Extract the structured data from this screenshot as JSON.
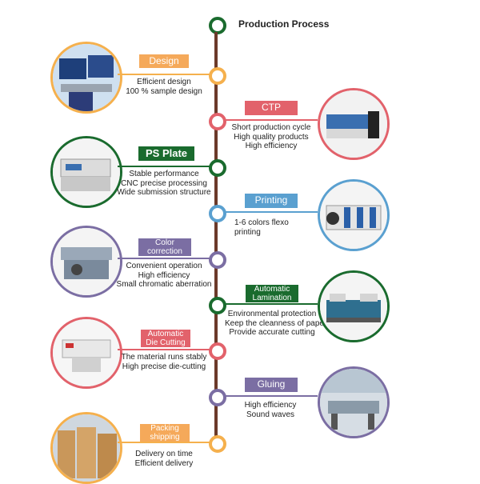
{
  "title": "Production Process",
  "steps": [
    {
      "label": "Design",
      "lines": [
        "Efficient design",
        "100 % sample design"
      ],
      "color": "#f5a95a",
      "ring": "#f5b04d",
      "icon": "design-photo-icon"
    },
    {
      "label": "CTP",
      "lines": [
        "Short production cycle",
        "High quality products",
        "High efficiency"
      ],
      "color": "#e2626b",
      "ring": "#e2626b",
      "icon": "ctp-machine-icon"
    },
    {
      "label": "PS Plate",
      "lines": [
        "Stable performance",
        "CNC precise processing",
        "Wide submission structure"
      ],
      "color": "#1a6b2e",
      "ring": "#1a6b2e",
      "icon": "ps-plate-machine-icon"
    },
    {
      "label": "Printing",
      "lines": [
        "1-6 colors flexo",
        "printing"
      ],
      "color": "#5aa0d0",
      "ring": "#5aa0d0",
      "icon": "printing-press-icon"
    },
    {
      "label": "Color correction",
      "lines": [
        "Convenient operation",
        "High efficiency",
        "Small chromatic aberration"
      ],
      "color": "#7b6ea3",
      "ring": "#7b6ea3",
      "icon": "color-correction-machine-icon"
    },
    {
      "label": "Automatic Lamination",
      "lines": [
        "Environmental protection",
        "Keep the cleanness of paper",
        "Provide accurate cutting"
      ],
      "color": "#1a6b2e",
      "ring": "#1a6b2e",
      "icon": "lamination-machine-icon"
    },
    {
      "label": "Automatic Die Cutting",
      "lines": [
        "The material runs stably",
        "High precise die-cutting"
      ],
      "color": "#e2626b",
      "ring": "#e2626b",
      "icon": "die-cutting-machine-icon"
    },
    {
      "label": "Gluing",
      "lines": [
        "High efficiency",
        "Sound waves"
      ],
      "color": "#7b6ea3",
      "ring": "#7b6ea3",
      "icon": "gluing-workshop-icon"
    },
    {
      "label": "Packing shipping",
      "lines": [
        "Delivery on time",
        "Efficient delivery"
      ],
      "color": "#f5a95a",
      "ring": "#f5b04d",
      "icon": "packing-shipping-icon"
    }
  ],
  "colors": {
    "spine": "#6b3a2a",
    "title_node": "#1a6b2e"
  }
}
